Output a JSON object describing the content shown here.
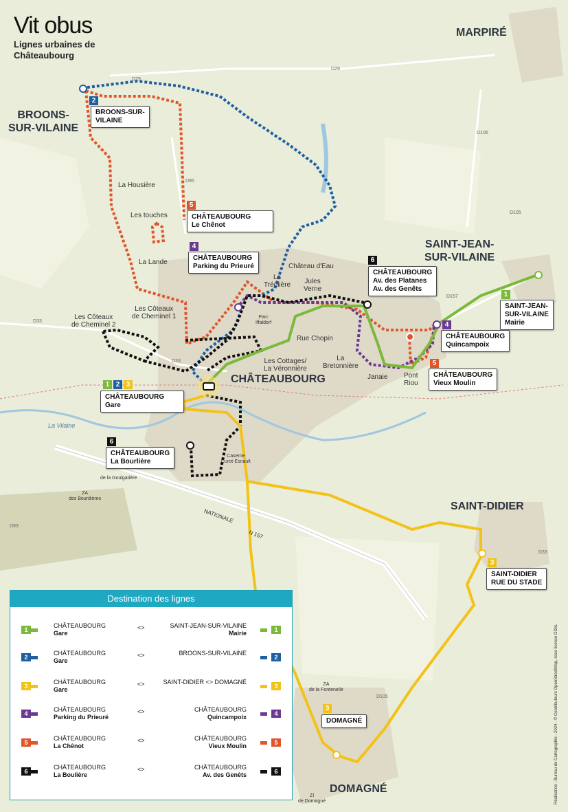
{
  "logo": {
    "brand": "Vit obus",
    "subtitle_line1": "Lignes urbaines de",
    "subtitle_line2": "Châteaubourg"
  },
  "towns": {
    "marpire": "MARPIRÉ",
    "broons": "BROONS-\nSUR-VILAINE",
    "saint_jean": "SAINT-JEAN-\nSUR-VILAINE",
    "chateaubourg": "CHÂTEAUBOURG",
    "saint_didier": "SAINT-DIDIER",
    "domagne": "DOMAGNÉ"
  },
  "places": {
    "la_housiere": "La Housière",
    "les_touches": "Les touches",
    "la_lande": "La Lande",
    "coteaux_2": "Les Côteaux\nde Cheminel 2",
    "coteaux_1": "Les Côteaux\nde Cheminel 1",
    "chateau_eau": "Château d'Eau",
    "la_treoliere": "La\nTréolière",
    "jules_verne": "Jules\nVerne",
    "rue_chopin": "Rue Chopin",
    "les_cottages": "Les Cottages/\nLa Véronnière",
    "la_bretonniere": "La\nBretonnière",
    "janaie": "Janaie",
    "pont_riou": "Pont\nRiou",
    "parc_ifaldorf": "Parc\nIffaldorf",
    "caserne": "Caserne\nCurot-Esnault",
    "la_vilaine": "La Vilaine",
    "za_bourdieres": "ZA\ndes Bourdières",
    "la_goulgatiere": "de la Goulgatière",
    "nationale": "NATIONALE",
    "n157": "N 157",
    "za_fontenelle": "ZA\nde la Fontenelle",
    "zi_domagne": "ZI\nde Domagné"
  },
  "roads": {
    "d29": "D29",
    "d29b": "D29",
    "d106": "D106",
    "d105": "D105",
    "d95": "D95",
    "d33": "D33",
    "d33b": "D33",
    "d93": "D93",
    "d157": "D157",
    "d105b": "D105",
    "d33c": "D33"
  },
  "stops": {
    "broons": {
      "line": "2",
      "name": "BROONS-SUR-\nVILAINE"
    },
    "chenot": {
      "line": "5",
      "name": "CHÂTEAUBOURG\nLe Chênot"
    },
    "prieure": {
      "line": "4",
      "name": "CHÂTEAUBOURG\nParking du Prieuré"
    },
    "genets": {
      "line": "6",
      "name": "CHÂTEAUBOURG\nAv. des Platanes\nAv. des Genêts"
    },
    "sjean": {
      "line": "1",
      "name": "SAINT-JEAN-\nSUR-VILAINE\nMairie"
    },
    "quincampoix": {
      "line": "4",
      "name": "CHÂTEAUBOURG\nQuincampoix"
    },
    "vieux_moulin": {
      "line": "5",
      "name": "CHÂTEAUBOURG\nVieux Moulin"
    },
    "gare": {
      "lines": [
        "1",
        "2",
        "3"
      ],
      "name": "CHÂTEAUBOURG\nGare"
    },
    "bourliere": {
      "line": "6",
      "name": "CHÂTEAUBOURG\nLa Bourlière"
    },
    "sdidier": {
      "line": "3",
      "name": "SAINT-DIDIER\nRUE DU STADE"
    },
    "domagne": {
      "line": "3",
      "name": "DOMAGNÉ"
    }
  },
  "line_colors": {
    "1": "#7bb93a",
    "2": "#1e5fa0",
    "3": "#f3c218",
    "4": "#6a3a93",
    "5": "#e0552a",
    "6": "#111111"
  },
  "legend": {
    "title": "Destination des lignes",
    "rows": [
      {
        "line": "1",
        "from_city": "CHÂTEAUBOURG",
        "from_stop": "Gare",
        "arrow": "<>",
        "to_city": "SAINT-JEAN-SUR-VILAINE",
        "to_stop": "Mairie"
      },
      {
        "line": "2",
        "from_city": "CHÂTEAUBOURG",
        "from_stop": "Gare",
        "arrow": "<>",
        "to_city": "BROONS-SUR-VILAINE",
        "to_stop": ""
      },
      {
        "line": "3",
        "from_city": "CHÂTEAUBOURG",
        "from_stop": "Gare",
        "arrow": "<>",
        "to_city": "SAINT-DIDIER <> DOMAGNÉ",
        "to_stop": ""
      },
      {
        "line": "4",
        "from_city": "CHÂTEAUBOURG",
        "from_stop": "Parking du Prieuré",
        "arrow": "<>",
        "to_city": "CHÂTEAUBOURG",
        "to_stop": "Quincampoix"
      },
      {
        "line": "5",
        "from_city": "CHÂTEAUBOURG",
        "from_stop": "La Chênot",
        "arrow": "<>",
        "to_city": "CHÂTEAUBOURG",
        "to_stop": "Vieux Moulin"
      },
      {
        "line": "6",
        "from_city": "CHÂTEAUBOURG",
        "from_stop": "La Boulière",
        "arrow": "<>",
        "to_city": "CHÂTEAUBOURG",
        "to_stop": "Av. des Genêts"
      }
    ]
  },
  "credit": "Réalisation : Bureau de Cartographie - 2024 - © Contributeurs OpenStreetMap, sous licence ODbL"
}
